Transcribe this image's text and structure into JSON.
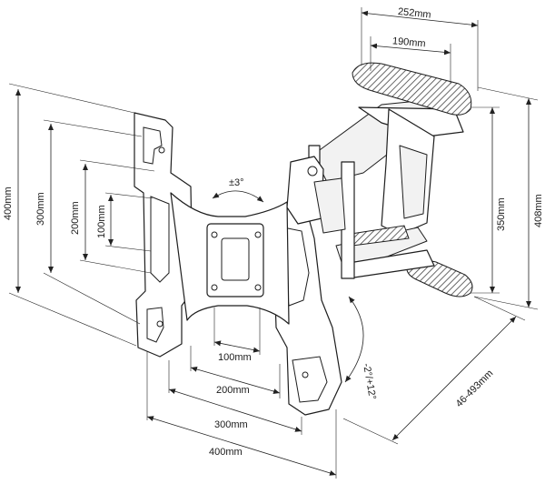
{
  "dimensions": {
    "wall_plate_width": "252mm",
    "wall_plate_inner_width": "190mm",
    "wall_plate_height": "350mm",
    "total_height": "408mm",
    "extension": "46-493mm",
    "tilt": "-2°/+12°",
    "rotation": "±3°",
    "vesa_h_400": "400mm",
    "vesa_h_300": "300mm",
    "vesa_h_200": "200mm",
    "vesa_h_100": "100mm",
    "vesa_v_400": "400mm",
    "vesa_v_300": "300mm",
    "vesa_v_200": "200mm",
    "vesa_v_100": "100mm"
  }
}
